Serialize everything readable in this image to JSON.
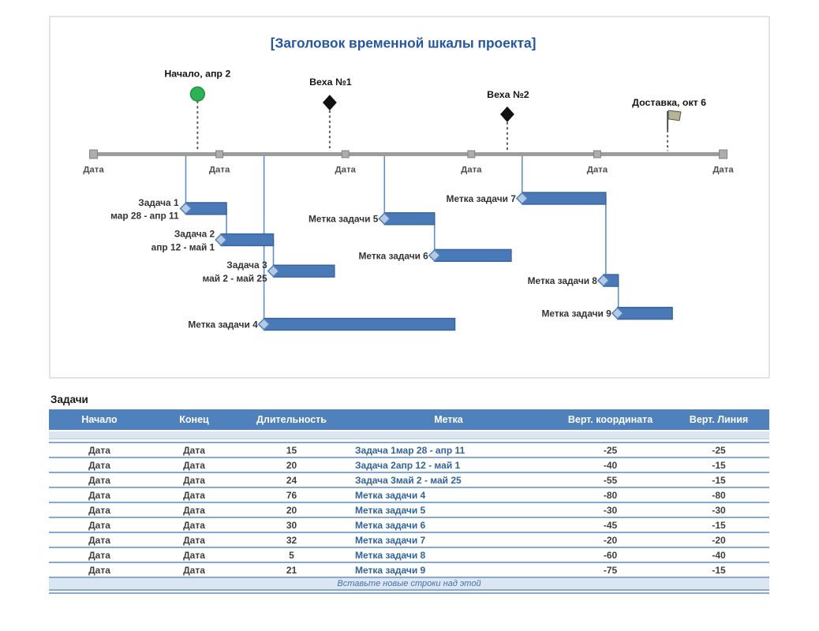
{
  "chart_data": {
    "type": "timeline",
    "title": "[Заголовок временной шкалы проекта]",
    "axis": {
      "tick_labels": [
        "Дата",
        "Дата",
        "Дата",
        "Дата",
        "Дата",
        "Дата"
      ]
    },
    "milestones": [
      {
        "label": "Начало, апр 2",
        "marker": "green-circle-icon"
      },
      {
        "label": "Веха №1",
        "marker": "black-diamond-icon"
      },
      {
        "label": "Веха №2",
        "marker": "black-diamond-icon"
      },
      {
        "label": "Доставка, окт 6",
        "marker": "flag-icon"
      }
    ],
    "tasks": [
      {
        "label": "Задача 1",
        "dates": "мар 28 - апр 11",
        "duration": 15,
        "vert_coord": -25,
        "vert_line": -25
      },
      {
        "label": "Задача 2",
        "dates": "апр 12 - май 1",
        "duration": 20,
        "vert_coord": -40,
        "vert_line": -15
      },
      {
        "label": "Задача 3",
        "dates": "май 2 - май 25",
        "duration": 24,
        "vert_coord": -55,
        "vert_line": -15
      },
      {
        "label": "Метка задачи 4",
        "dates": "",
        "duration": 76,
        "vert_coord": -80,
        "vert_line": -80
      },
      {
        "label": "Метка задачи 5",
        "dates": "",
        "duration": 20,
        "vert_coord": -30,
        "vert_line": -30
      },
      {
        "label": "Метка задачи 6",
        "dates": "",
        "duration": 30,
        "vert_coord": -45,
        "vert_line": -15
      },
      {
        "label": "Метка задачи 7",
        "dates": "",
        "duration": 32,
        "vert_coord": -20,
        "vert_line": -20
      },
      {
        "label": "Метка задачи 8",
        "dates": "",
        "duration": 5,
        "vert_coord": -60,
        "vert_line": -40
      },
      {
        "label": "Метка задачи 9",
        "dates": "",
        "duration": 21,
        "vert_coord": -75,
        "vert_line": -15
      }
    ]
  },
  "table": {
    "section_title": "Задачи",
    "headers": [
      "Начало",
      "Конец",
      "Длительность",
      "Метка",
      "Верт. координата",
      "Верт. Линия"
    ],
    "rows": [
      [
        "Дата",
        "Дата",
        "15",
        "Задача 1мар 28 - апр 11",
        "-25",
        "-25"
      ],
      [
        "Дата",
        "Дата",
        "20",
        "Задача 2апр 12 - май 1",
        "-40",
        "-15"
      ],
      [
        "Дата",
        "Дата",
        "24",
        "Задача 3май 2 - май 25",
        "-55",
        "-15"
      ],
      [
        "Дата",
        "Дата",
        "76",
        "Метка задачи 4",
        "-80",
        "-80"
      ],
      [
        "Дата",
        "Дата",
        "20",
        "Метка задачи 5",
        "-30",
        "-30"
      ],
      [
        "Дата",
        "Дата",
        "30",
        "Метка задачи 6",
        "-45",
        "-15"
      ],
      [
        "Дата",
        "Дата",
        "32",
        "Метка задачи 7",
        "-20",
        "-20"
      ],
      [
        "Дата",
        "Дата",
        "5",
        "Метка задачи 8",
        "-60",
        "-40"
      ],
      [
        "Дата",
        "Дата",
        "21",
        "Метка задачи 9",
        "-75",
        "-15"
      ]
    ],
    "footer_note": "Вставьте новые строки над этой"
  },
  "colors": {
    "accent_blue": "#4f81bd",
    "bar_fill": "#4a79b8",
    "bar_border": "#38659f",
    "diamond_fill": "#b6c9e2",
    "connector_blue": "#5f8fc9",
    "band_blue": "#dce6f1",
    "row_line_blue": "#87aad2",
    "title_blue": "#2456a4",
    "metka_text_blue": "#31639f",
    "axis_gray": "#9c9c9c",
    "milestone_green": "#2db155"
  }
}
